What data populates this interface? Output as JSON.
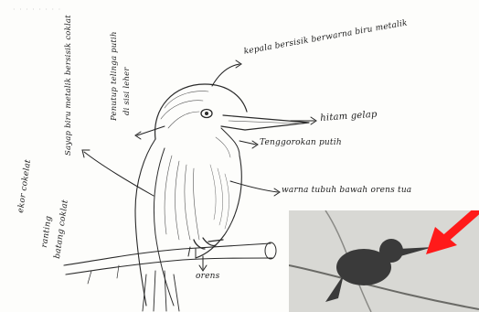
{
  "labels": {
    "head": "kepala bersisik berwarna biru metalik",
    "beak": "hitam gelap",
    "throat": "Tenggorokan putih",
    "underside": "warna tubuh bawah orens tua",
    "ear_patch": "Penutup telinga putih",
    "ear_patch_line2": "di sisi leher",
    "wings": "Sayap biru metalik bersisik coklat",
    "tail": "ekor cokelat",
    "legs": "orens",
    "branch_note": "ranting",
    "branch_note2": "batang coklat"
  },
  "colors": {
    "pencil": "#2a2a2a",
    "arrow": "#ff1a1a",
    "photo_bg": "#d8d8d4",
    "silhouette": "#3a3a3a"
  }
}
